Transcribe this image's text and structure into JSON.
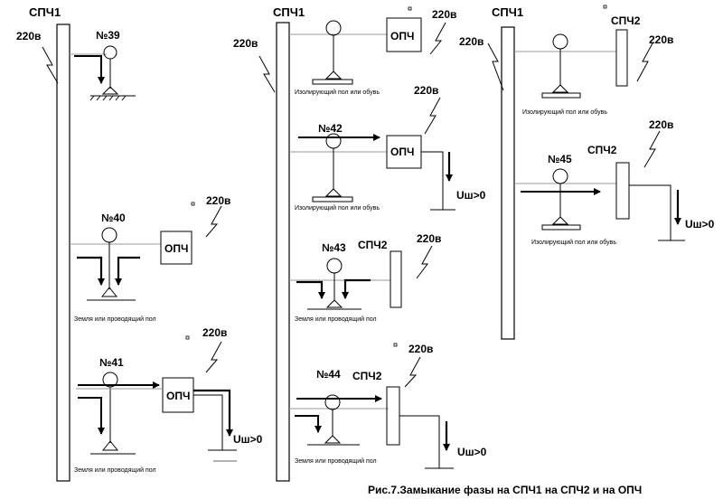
{
  "labels": {
    "spch1": "СПЧ1",
    "spch2": "СПЧ2",
    "opch": "ОПЧ",
    "v220": "220в",
    "ush": "Uш>0",
    "floor_insulating": "Изолирующий пол или обувь",
    "floor_ground": "Земля или проводящий пол"
  },
  "cases": {
    "n39": "№39",
    "n40": "№40",
    "n41": "№41",
    "n42": "№42",
    "n43": "№43",
    "n44": "№44",
    "n45": "№45"
  },
  "caption": "Рис.7.Замыкание фазы на СПЧ1 на СПЧ2  и  на ОПЧ"
}
